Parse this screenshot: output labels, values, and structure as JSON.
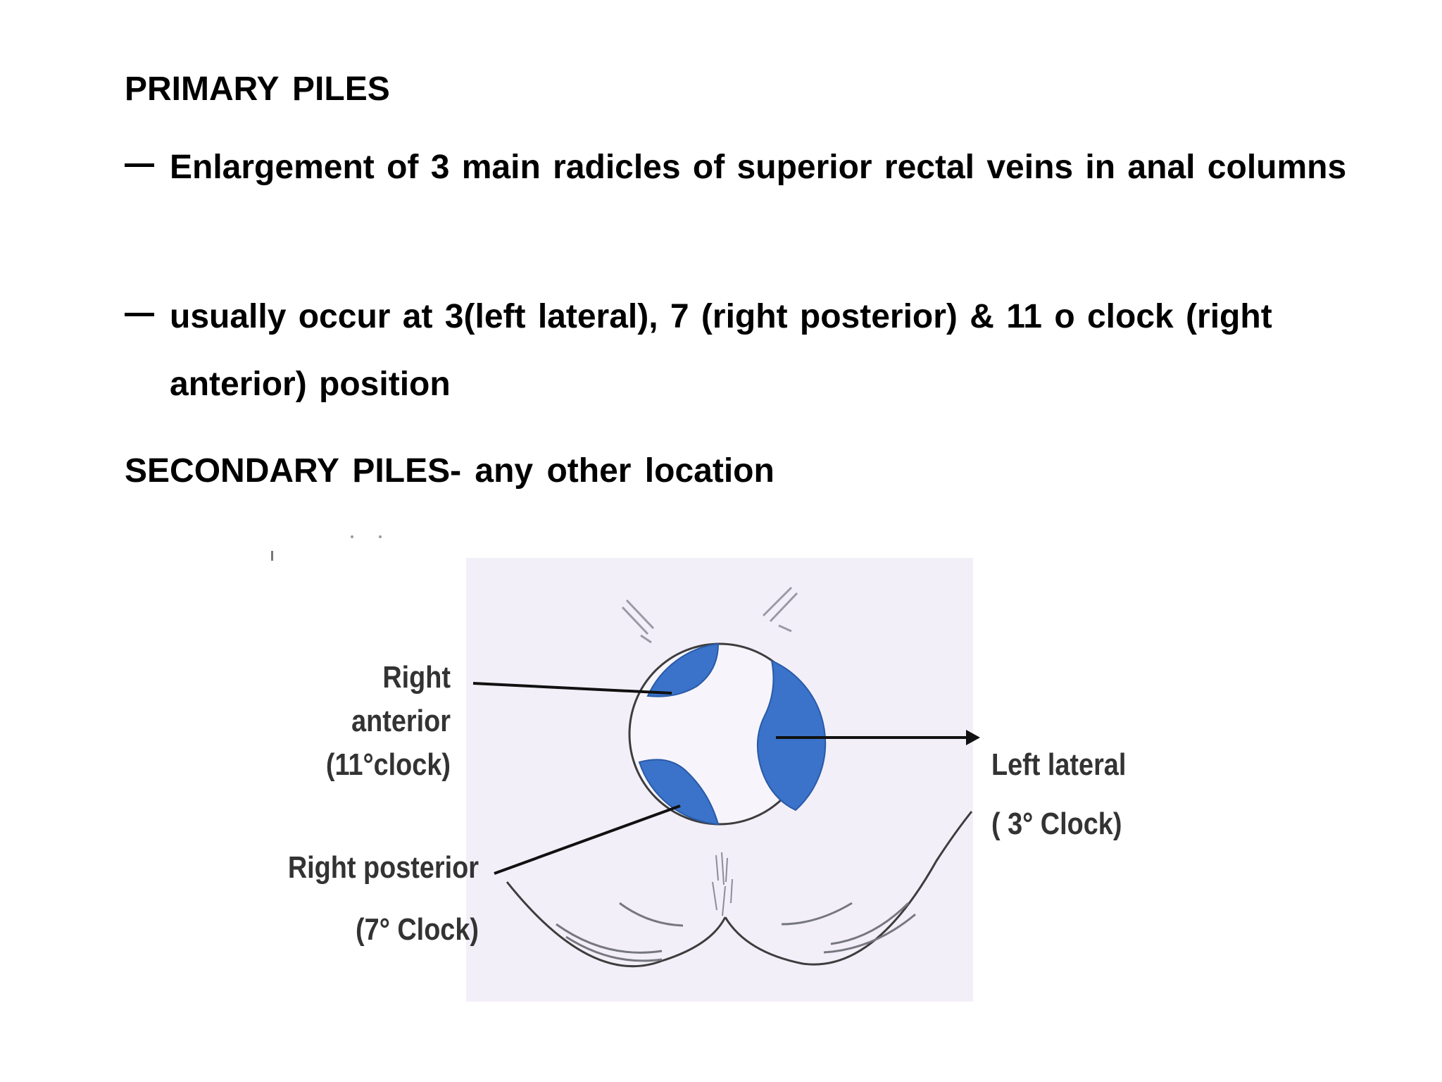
{
  "slide": {
    "primary_heading": "PRIMARY PILES",
    "bullets": [
      "Enlargement of 3 main radicles of superior rectal veins in anal columns",
      "usually occur at 3(left lateral), 7 (right posterior) & 11 o clock (right anterior) position"
    ],
    "secondary_heading": "SECONDARY PILES- any other location"
  },
  "diagram": {
    "labels": {
      "right_anterior_line1": "Right",
      "right_anterior_line2": "anterior",
      "right_anterior_line3": "(11°clock)",
      "right_posterior_line1": "Right posterior",
      "right_posterior_line2": "(7° Clock)",
      "left_lateral_line1": "Left lateral",
      "left_lateral_line2": "( 3° Clock)"
    },
    "colors": {
      "pile_fill": "#3a73c9",
      "background_tint": "#f2eef8",
      "line": "#111111"
    }
  }
}
